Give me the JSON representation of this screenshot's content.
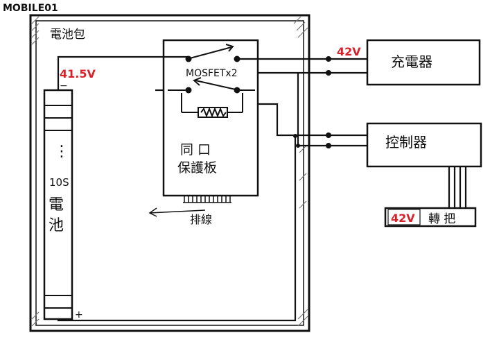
{
  "watermark": "MOBILE01",
  "box_label": "電池包",
  "battery_voltage": "41.5V",
  "battery_minus": "−",
  "battery_plus": "+",
  "battery_dots": "⋮",
  "battery_label_num": "10S",
  "battery_label_line1": "電",
  "battery_label_line2": "池",
  "mosfet_label": "MOSFETx2",
  "board_line1": "同 口",
  "board_line2": "保護板",
  "wire_label": "排線",
  "charger_voltage": "42V",
  "charger_label": "充電器",
  "controller_label": "控制器",
  "throttle_voltage": "42V",
  "throttle_label": "轉 把",
  "colors": {
    "ink": "#111111",
    "accent_red": "#d8202a",
    "hatch": "#777777"
  }
}
